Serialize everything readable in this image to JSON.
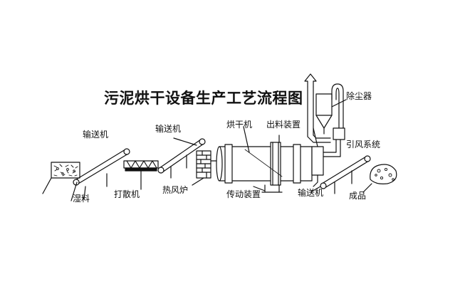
{
  "diagram": {
    "title": "污泥烘干设备生产工艺流程图",
    "labels": {
      "wet_material": "湿料",
      "conveyor_1": "输送机",
      "disperser": "打散机",
      "conveyor_2": "输送机",
      "hot_air_furnace": "热风炉",
      "dryer": "烘干机",
      "transmission": "传动装置",
      "discharge_device": "出料装置",
      "dust_collector": "除尘器",
      "induced_draft_system": "引风系统",
      "conveyor_3": "输送机",
      "finished_product": "成品"
    }
  }
}
